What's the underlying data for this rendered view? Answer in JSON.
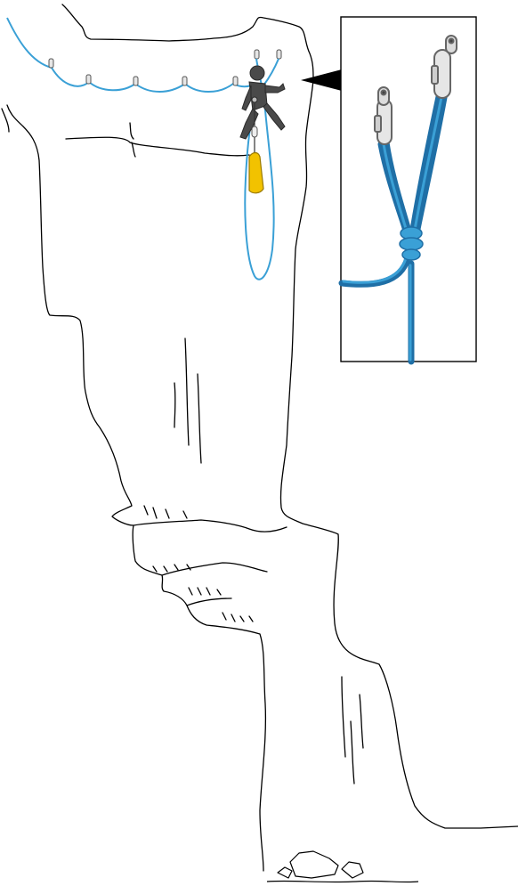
{
  "colors": {
    "rope": "#3aa0d6",
    "rope_dark": "#1f6fa6",
    "rock_line": "#000000",
    "climber": "#4a4a4a",
    "bag": "#f2c200",
    "bag_outline": "#9a7a00",
    "carabiner": "#d8d8d8",
    "background": "#ffffff"
  },
  "scene": {
    "description_icon": "cliff-rescue-illustration",
    "anchor_bolt_count": 5,
    "inset_shows": "two-carabiner-anchor-with-knot"
  }
}
